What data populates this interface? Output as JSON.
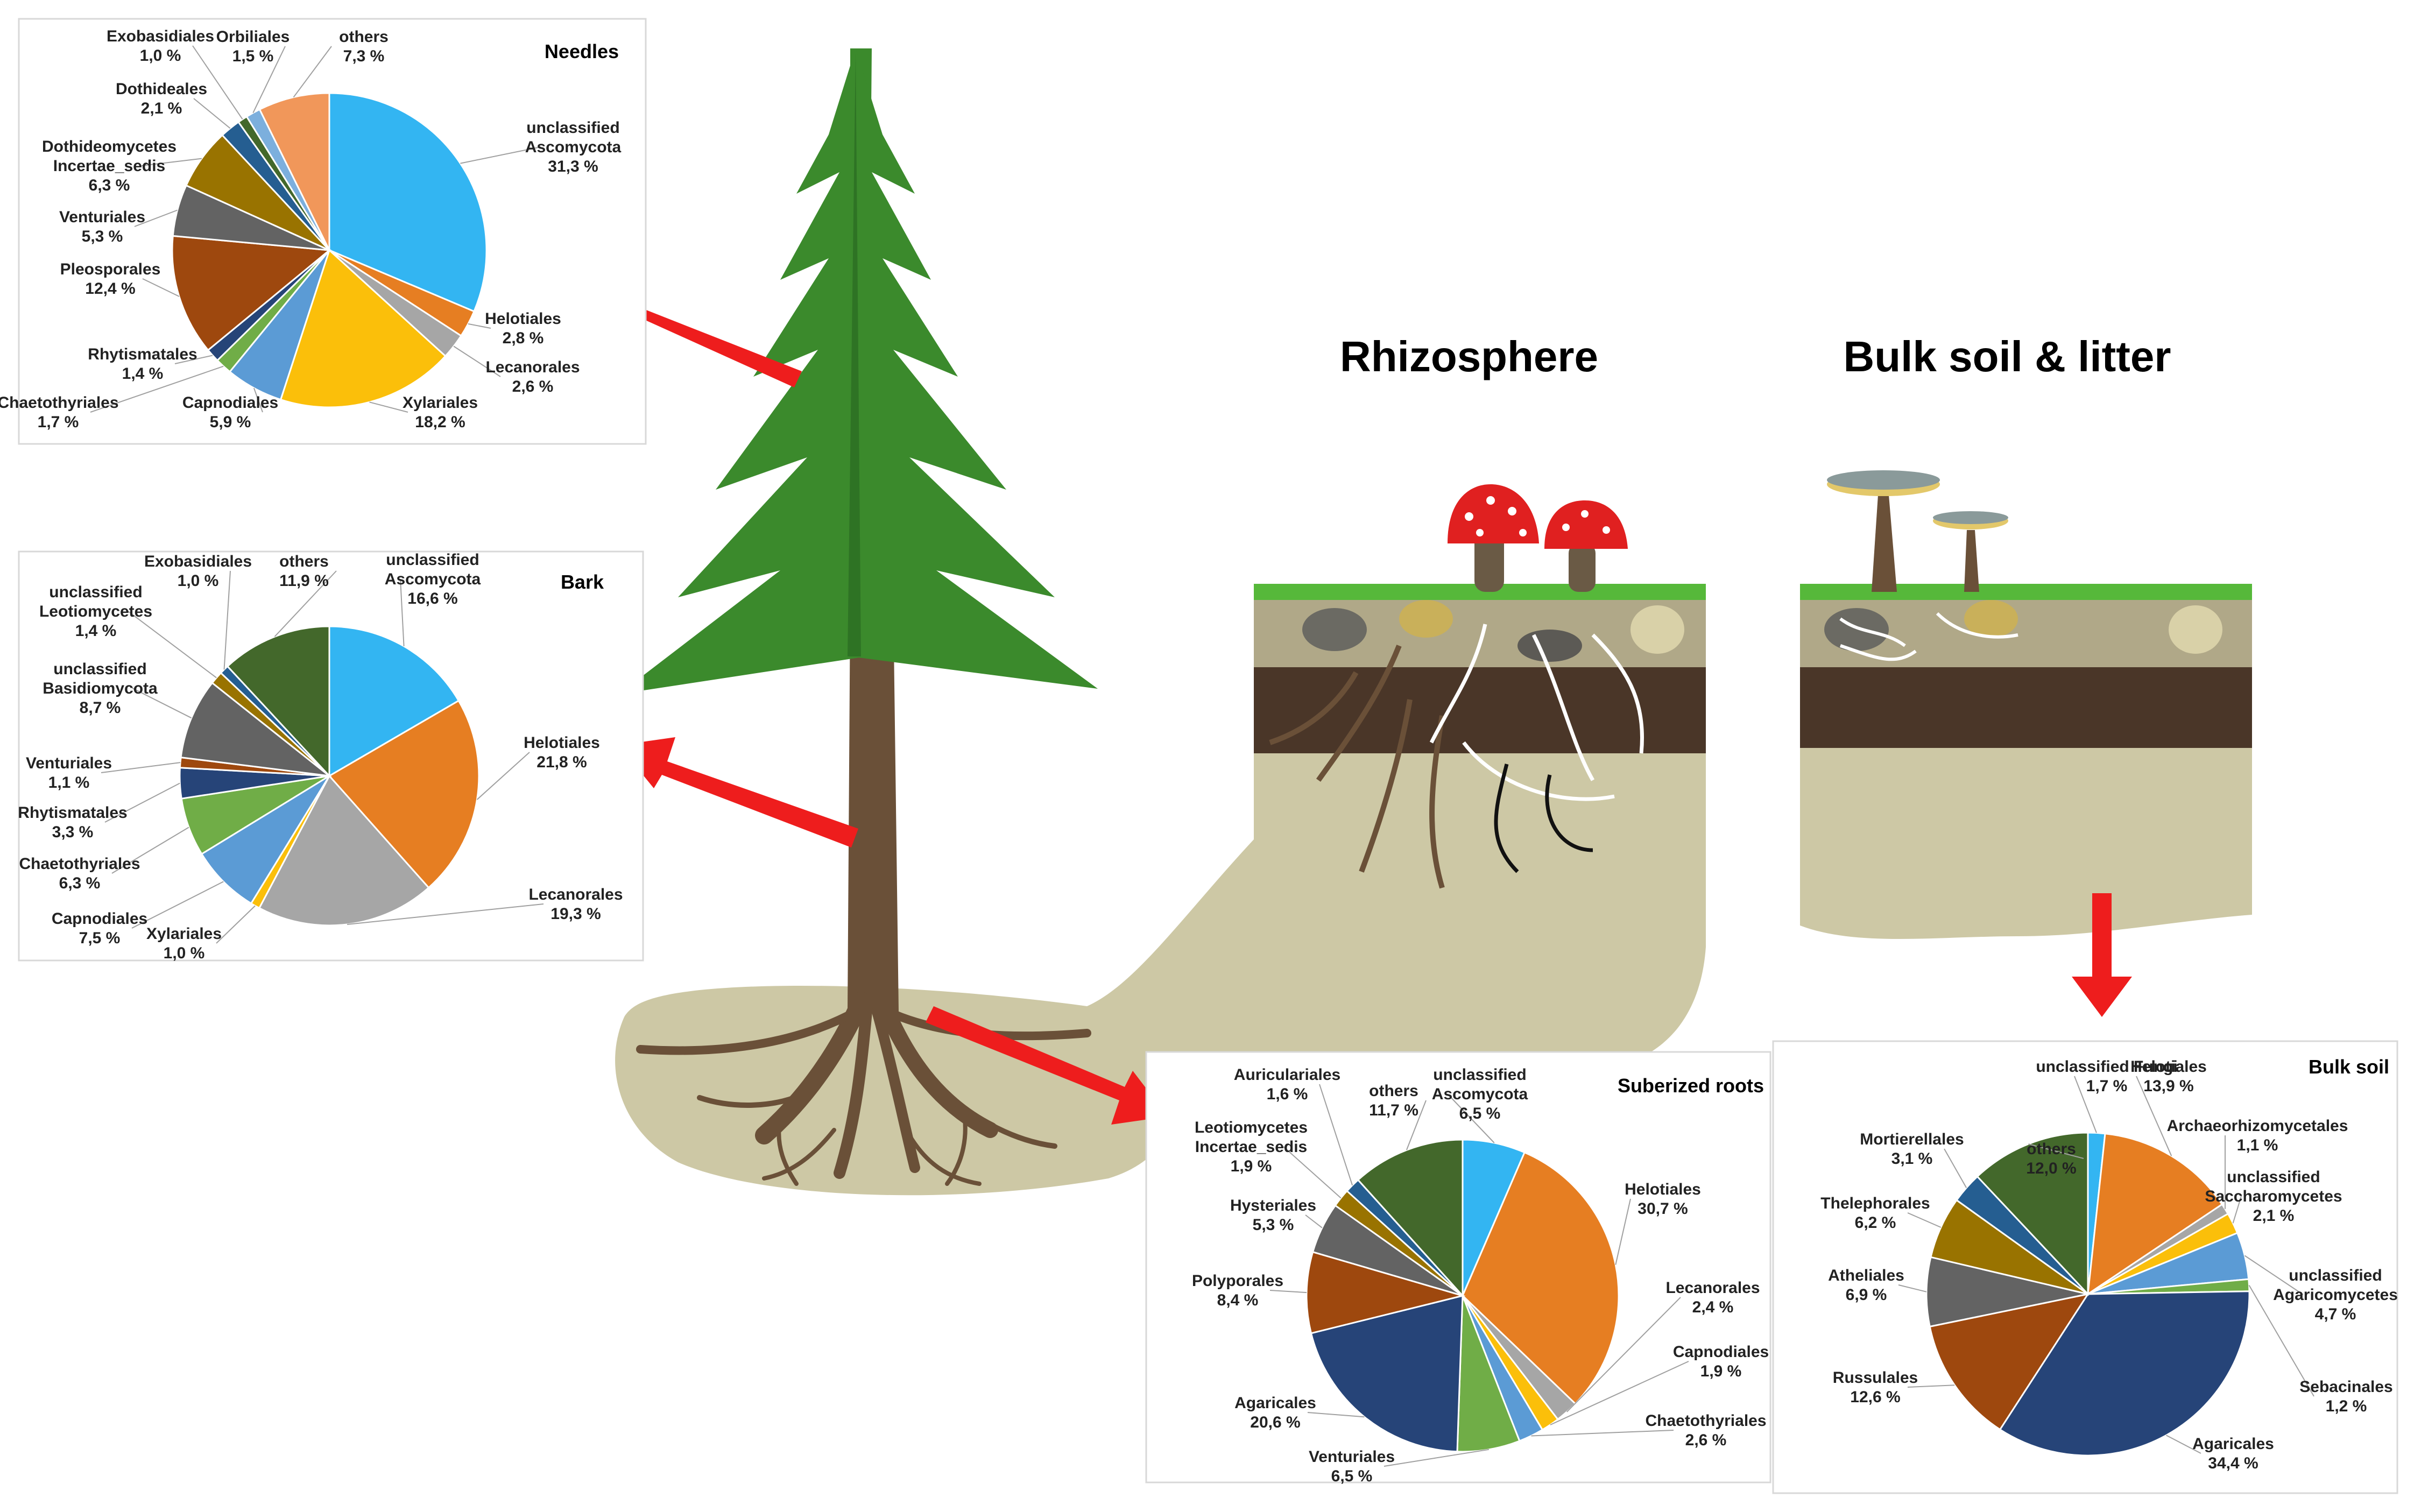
{
  "headings": {
    "rhizosphere": "Rhizosphere",
    "bulk_soil_litter": "Bulk soil & litter"
  },
  "chart_data": [
    {
      "type": "pie",
      "title": "Needles",
      "slices": [
        {
          "label": [
            "unclassified",
            "Ascomycota",
            "31,3 %"
          ],
          "value": 31.3,
          "color": "#33b5f2"
        },
        {
          "label": [
            "Helotiales",
            "2,8 %"
          ],
          "value": 2.8,
          "color": "#e67e22"
        },
        {
          "label": [
            "Lecanorales",
            "2,6 %"
          ],
          "value": 2.6,
          "color": "#a6a6a6"
        },
        {
          "label": [
            "Xylariales",
            "18,2 %"
          ],
          "value": 18.2,
          "color": "#fbbf0a"
        },
        {
          "label": [
            "Capnodiales",
            "5,9 %"
          ],
          "value": 5.9,
          "color": "#5b9bd5"
        },
        {
          "label": [
            "Chaetothyriales",
            "1,7 %"
          ],
          "value": 1.7,
          "color": "#70ad47"
        },
        {
          "label": [
            "Rhytismatales",
            "1,4 %"
          ],
          "value": 1.4,
          "color": "#264478"
        },
        {
          "label": [
            "Pleosporales",
            "12,4 %"
          ],
          "value": 12.4,
          "color": "#9e480e"
        },
        {
          "label": [
            "Venturiales",
            "5,3 %"
          ],
          "value": 5.3,
          "color": "#636363"
        },
        {
          "label": [
            "Dothideomycetes",
            "Incertae_sedis",
            "6,3 %"
          ],
          "value": 6.3,
          "color": "#997300"
        },
        {
          "label": [
            "Dothideales",
            "2,1 %"
          ],
          "value": 2.1,
          "color": "#255e91"
        },
        {
          "label": [
            "Exobasidiales",
            "1,0 %"
          ],
          "value": 1.0,
          "color": "#43682b"
        },
        {
          "label": [
            "Orbiliales",
            "1,5 %"
          ],
          "value": 1.5,
          "color": "#7cafdd"
        },
        {
          "label": [
            "others",
            "7,3 %"
          ],
          "value": 7.3,
          "color": "#f1975a"
        }
      ]
    },
    {
      "type": "pie",
      "title": "Bark",
      "slices": [
        {
          "label": [
            "unclassified",
            "Ascomycota",
            "16,6 %"
          ],
          "value": 16.6,
          "color": "#33b5f2"
        },
        {
          "label": [
            "Helotiales",
            "21,8 %"
          ],
          "value": 21.8,
          "color": "#e67e22"
        },
        {
          "label": [
            "Lecanorales",
            "19,3 %"
          ],
          "value": 19.3,
          "color": "#a6a6a6"
        },
        {
          "label": [
            "Xylariales",
            "1,0 %"
          ],
          "value": 1.0,
          "color": "#fbbf0a"
        },
        {
          "label": [
            "Capnodiales",
            "7,5 %"
          ],
          "value": 7.5,
          "color": "#5b9bd5"
        },
        {
          "label": [
            "Chaetothyriales",
            "6,3 %"
          ],
          "value": 6.3,
          "color": "#70ad47"
        },
        {
          "label": [
            "Rhytismatales",
            "3,3 %"
          ],
          "value": 3.3,
          "color": "#264478"
        },
        {
          "label": [
            "Venturiales",
            "1,1 %"
          ],
          "value": 1.1,
          "color": "#9e480e"
        },
        {
          "label": [
            "unclassified",
            "Basidiomycota",
            "8,7 %"
          ],
          "value": 8.7,
          "color": "#636363"
        },
        {
          "label": [
            "unclassified",
            "Leotiomycetes",
            "1,4 %"
          ],
          "value": 1.4,
          "color": "#997300"
        },
        {
          "label": [
            "Exobasidiales",
            "1,0 %"
          ],
          "value": 1.0,
          "color": "#255e91"
        },
        {
          "label": [
            "others",
            "11,9 %"
          ],
          "value": 11.9,
          "color": "#43682b"
        }
      ]
    },
    {
      "type": "pie",
      "title": "Suberized roots",
      "slices": [
        {
          "label": [
            "unclassified",
            "Ascomycota",
            "6,5 %"
          ],
          "value": 6.5,
          "color": "#33b5f2"
        },
        {
          "label": [
            "Helotiales",
            "30,7 %"
          ],
          "value": 30.7,
          "color": "#e67e22"
        },
        {
          "label": [
            "Lecanorales",
            "2,4 %"
          ],
          "value": 2.4,
          "color": "#a6a6a6"
        },
        {
          "label": [
            "Capnodiales",
            "1,9 %"
          ],
          "value": 1.9,
          "color": "#fbbf0a"
        },
        {
          "label": [
            "Chaetothyriales",
            "2,6 %"
          ],
          "value": 2.6,
          "color": "#5b9bd5"
        },
        {
          "label": [
            "Venturiales",
            "6,5 %"
          ],
          "value": 6.5,
          "color": "#70ad47"
        },
        {
          "label": [
            "Agaricales",
            "20,6 %"
          ],
          "value": 20.6,
          "color": "#264478"
        },
        {
          "label": [
            "Polyporales",
            "8,4 %"
          ],
          "value": 8.4,
          "color": "#9e480e"
        },
        {
          "label": [
            "Hysteriales",
            "5,3 %"
          ],
          "value": 5.3,
          "color": "#636363"
        },
        {
          "label": [
            "Leotiomycetes",
            "Incertae_sedis",
            "1,9 %"
          ],
          "value": 1.9,
          "color": "#997300"
        },
        {
          "label": [
            "Auriculariales",
            "1,6 %"
          ],
          "value": 1.6,
          "color": "#255e91"
        },
        {
          "label": [
            "others",
            "11,7 %"
          ],
          "value": 11.7,
          "color": "#43682b"
        }
      ]
    },
    {
      "type": "pie",
      "title": "Bulk soil",
      "slices": [
        {
          "label": [
            "unclassified Fungi",
            "1,7 %"
          ],
          "value": 1.7,
          "color": "#33b5f2"
        },
        {
          "label": [
            "Helotiales",
            "13,9 %"
          ],
          "value": 13.9,
          "color": "#e67e22"
        },
        {
          "label": [
            "Archaeorhizomycetales",
            "1,1 %"
          ],
          "value": 1.1,
          "color": "#a6a6a6"
        },
        {
          "label": [
            "unclassified",
            "Saccharomycetes",
            "2,1 %"
          ],
          "value": 2.1,
          "color": "#fbbf0a"
        },
        {
          "label": [
            "unclassified",
            "Agaricomycetes",
            "4,7 %"
          ],
          "value": 4.7,
          "color": "#5b9bd5"
        },
        {
          "label": [
            "Sebacinales",
            "1,2 %"
          ],
          "value": 1.2,
          "color": "#70ad47"
        },
        {
          "label": [
            "Agaricales",
            "34,4 %"
          ],
          "value": 34.4,
          "color": "#264478"
        },
        {
          "label": [
            "Russulales",
            "12,6 %"
          ],
          "value": 12.6,
          "color": "#9e480e"
        },
        {
          "label": [
            "Atheliales",
            "6,9 %"
          ],
          "value": 6.9,
          "color": "#636363"
        },
        {
          "label": [
            "Thelephorales",
            "6,2 %"
          ],
          "value": 6.2,
          "color": "#997300"
        },
        {
          "label": [
            "Mortierellales",
            "3,1 %"
          ],
          "value": 3.1,
          "color": "#255e91"
        },
        {
          "label": [
            "others",
            "12,0 %"
          ],
          "value": 12.0,
          "color": "#43682b"
        }
      ]
    }
  ]
}
